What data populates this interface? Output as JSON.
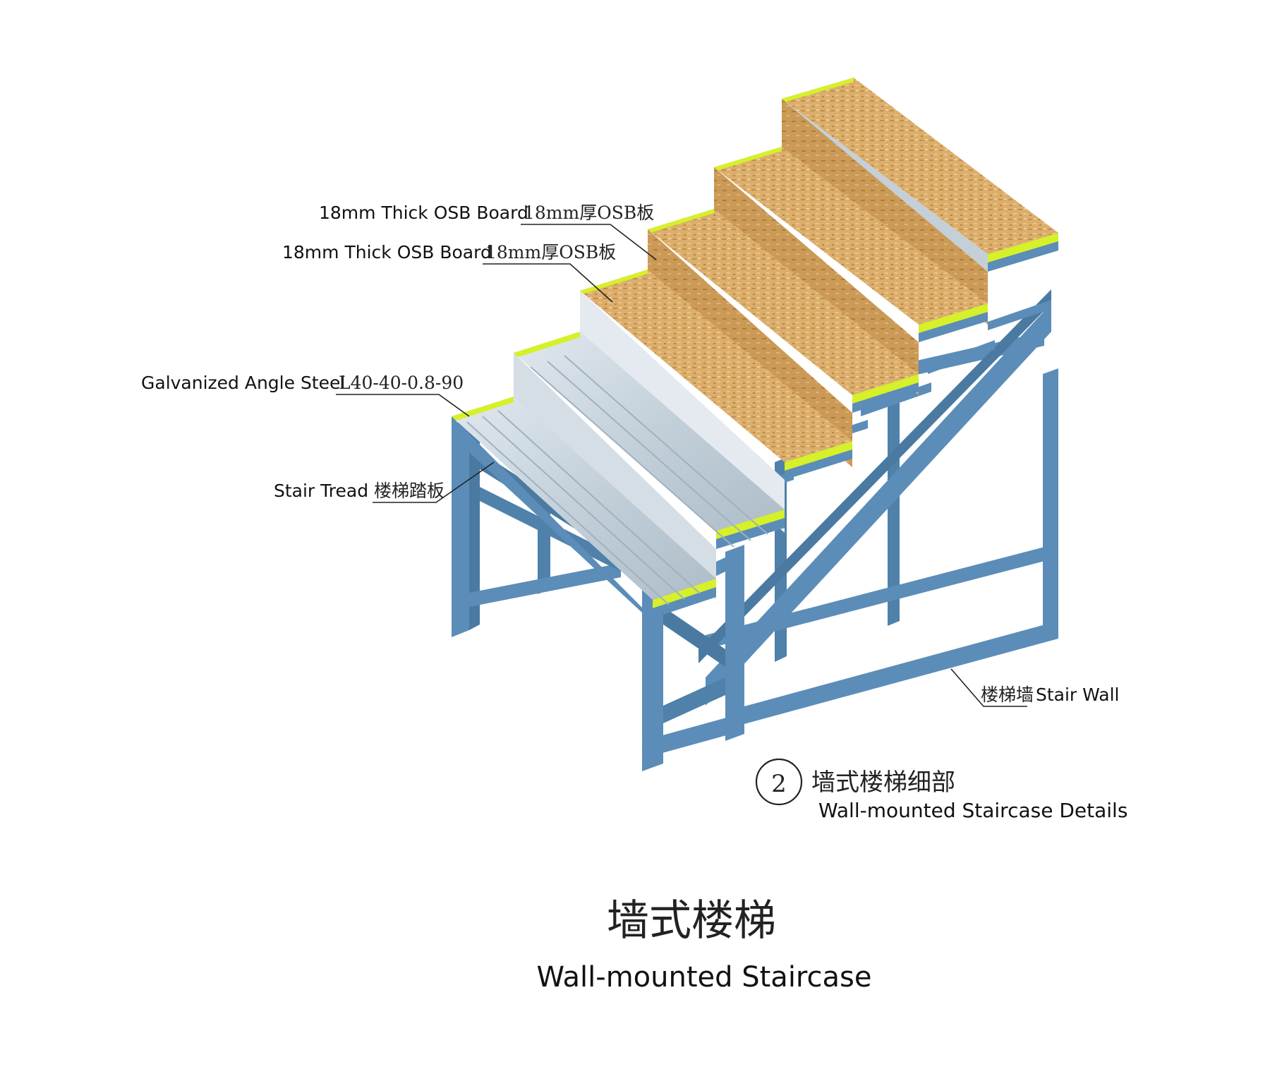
{
  "labels": {
    "osb_upper": {
      "en": "18mm Thick OSB Board",
      "cn": "18mm厚OSB板"
    },
    "osb_lower": {
      "en": "18mm Thick OSB Board",
      "cn": "18mm厚OSB板"
    },
    "angle_steel": {
      "en": "Galvanized Angle Steel",
      "spec": "L40-40-0.8-90"
    },
    "stair_tread": {
      "en": "Stair Tread",
      "cn": "楼梯踏板"
    },
    "stair_wall": {
      "cn": "楼梯墙",
      "en": "Stair Wall"
    }
  },
  "detail": {
    "number": "2",
    "cn": "墙式楼梯细部",
    "en": "Wall-mounted Staircase Details"
  },
  "title": {
    "cn": "墙式楼梯",
    "en": "Wall-mounted Staircase"
  },
  "colors": {
    "steel": "#5b8db8",
    "osb": "#d9a862",
    "edge_trim": "#d6f02a",
    "tread_metal": "#c9d6e0"
  }
}
